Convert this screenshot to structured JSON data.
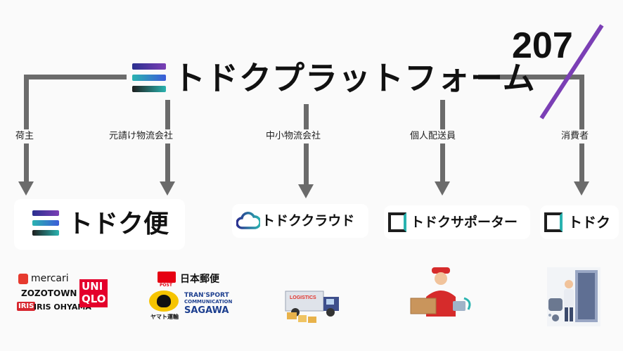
{
  "header": {
    "title": "トドクプラットフォーム",
    "year_logo": "207"
  },
  "categories": [
    "荷主",
    "元請け物流会社",
    "中小物流会社",
    "個人配送員",
    "消費者"
  ],
  "products": {
    "todoku_bin": "トドク便",
    "todoku_cloud": "トドククラウド",
    "todoku_supporter": "トドクサポーター",
    "todoku": "トドク"
  },
  "partners": {
    "mercari": "mercari",
    "zozotown": "ZOZOTOWN",
    "iris": "IRIS OHYAMA",
    "iris_mark": "IRIS",
    "uniqlo_top": "UNI",
    "uniqlo_bottom": "QLO",
    "jp_post": "日本郵便",
    "jp_post_sub": "POST",
    "yamato": "ヤマト運輸",
    "sagawa_top": "TRAN'SPORT",
    "sagawa_mid": "COMMUNICATION",
    "sagawa_bottom": "SAGAWA",
    "logistics_truck": "LOGISTICS"
  },
  "colors": {
    "connector": "#6b6b6b",
    "accent_purple": "#7b3fb5",
    "accent_teal": "#2ab3b0",
    "accent_navy": "#1e3a8a",
    "uniqlo_red": "#e4002b",
    "jp_red": "#e60012",
    "sagawa_blue": "#1d3f8f"
  }
}
